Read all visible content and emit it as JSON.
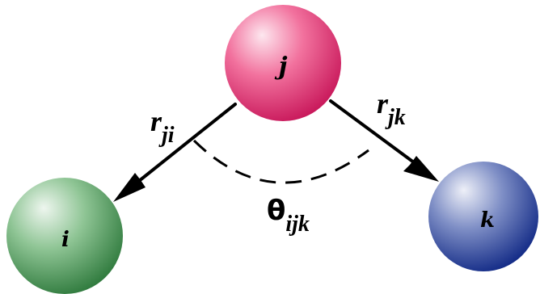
{
  "atoms": {
    "i": {
      "label": "i",
      "color_light": "#eef6ef",
      "color_mid": "#8fc595",
      "color_dark": "#2f7a3d"
    },
    "j": {
      "label": "j",
      "color_light": "#fde7ef",
      "color_mid": "#f2729e",
      "color_dark": "#c8175a"
    },
    "k": {
      "label": "k",
      "color_light": "#eef0f8",
      "color_mid": "#7f8fc6",
      "color_dark": "#122a86"
    }
  },
  "vectors": {
    "r_ji": {
      "main": "r",
      "sub": "ji"
    },
    "r_jk": {
      "main": "r",
      "sub": "jk"
    }
  },
  "angle": {
    "main": "θ",
    "sub": "ijk"
  }
}
